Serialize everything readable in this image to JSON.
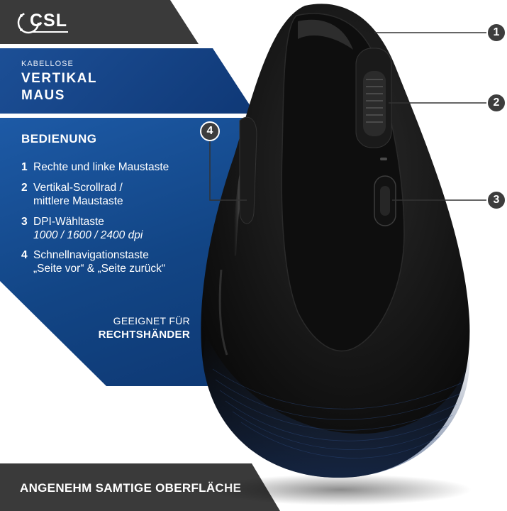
{
  "logo": {
    "text": "CSL"
  },
  "title": {
    "small": "KABELLOSE",
    "large_line1": "VERTIKAL",
    "large_line2": "MAUS"
  },
  "section": {
    "heading": "BEDIENUNG",
    "features": [
      {
        "number": "1",
        "line1": "Rechte und linke Maustaste",
        "line2": ""
      },
      {
        "number": "2",
        "line1": "Vertikal-Scrollrad /",
        "line2": "mittlere Maustaste"
      },
      {
        "number": "3",
        "line1": "DPI-Wähltaste",
        "line2": "1000 / 1600 / 2400 dpi"
      },
      {
        "number": "4",
        "line1": "Schnellnavigationstaste",
        "line2": "„Seite vor“ & „Seite zurück“"
      }
    ]
  },
  "suitable": {
    "label": "GEEIGNET FÜR",
    "strong": "RECHTSHÄNDER"
  },
  "bottom": {
    "text": "ANGENEHM SAMTIGE OBERFLÄCHE"
  },
  "callouts": {
    "c1": "1",
    "c2": "2",
    "c3": "3",
    "c4": "4"
  },
  "colors": {
    "blue": "#124585",
    "dark": "#3a3a3a",
    "callout": "#3d3d3d",
    "mouse": "#111111"
  },
  "icons": {
    "logo": "csl-circuit-logo"
  }
}
